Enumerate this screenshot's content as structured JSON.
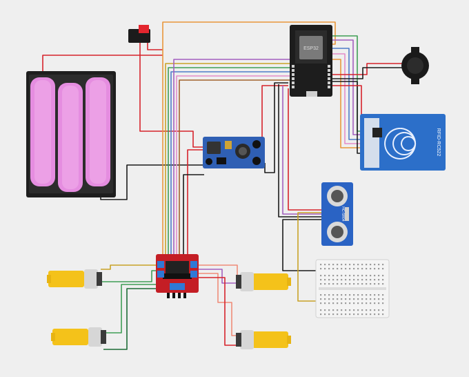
{
  "diagram": {
    "components": {
      "battery_pack": {
        "label": "3x 18650 battery holder",
        "cell_color": "#e58de0"
      },
      "power_switch": {
        "label": "Rocker switch"
      },
      "esp32": {
        "label": "ESP32",
        "chip_text": "ESP32"
      },
      "buck_converter": {
        "label": "LM2596 DC-DC buck converter"
      },
      "buzzer": {
        "label": "Buzzer"
      },
      "rfid_reader": {
        "label": "RFID-RC522",
        "silk_text": "RFID-RC522"
      },
      "ultrasonic_sensor": {
        "label": "HC-SR04 ultrasonic sensor",
        "silk_text": "HC-SR04"
      },
      "motor_driver": {
        "label": "L298N motor driver"
      },
      "breadboard": {
        "label": "Mini breadboard"
      },
      "motors": [
        {
          "label": "Motor front-left"
        },
        {
          "label": "Motor rear-left"
        },
        {
          "label": "Motor front-right"
        },
        {
          "label": "Motor rear-right"
        }
      ]
    },
    "wire_colors": {
      "red": "#d6222a",
      "black": "#1a1a1a",
      "orange": "#e8963a",
      "purple": "#a35fbf",
      "green": "#3f9e55",
      "pink": "#e48cc9",
      "brown": "#a0622c",
      "yellow": "#c9a227",
      "blue": "#4f7bc8",
      "salmon": "#ef8c78",
      "darkgreen": "#1c6b36"
    }
  }
}
